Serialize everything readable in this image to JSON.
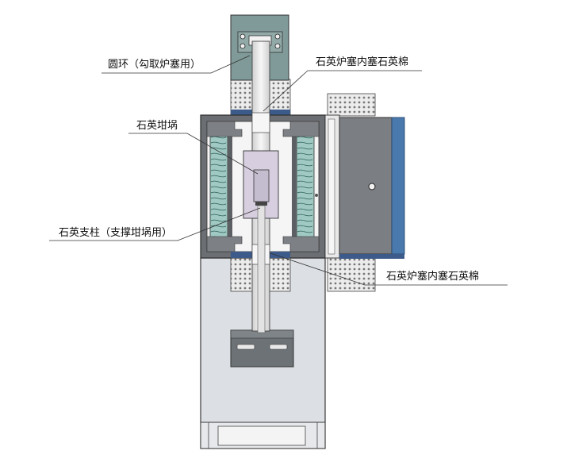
{
  "labels": {
    "ring": "圆环（勾取炉塞用）",
    "plug_top": "石英炉塞内塞石英棉",
    "crucible": "石英坩埚",
    "support": "石英支柱（支撑坩埚用）",
    "plug_bottom": "石英炉塞内塞石英棉"
  },
  "colors": {
    "body": "#dcdfe3",
    "outline": "#3a3a3a",
    "furnace_shell": "#6b6e72",
    "heater_coil": "#9fc9c2",
    "tube": "#eeeeee",
    "crucible_box": "#d7cfe0",
    "top_bracket": "#7f9a98",
    "control_panel": "#7b7e82",
    "control_blue": "#4a79ad",
    "perforated_plate": "#ececec",
    "insulation_band": "#3c5a8a",
    "leader_line": "#333333"
  },
  "icons": [
    "perforated-vent-plate",
    "mounting-bolt",
    "knob"
  ]
}
